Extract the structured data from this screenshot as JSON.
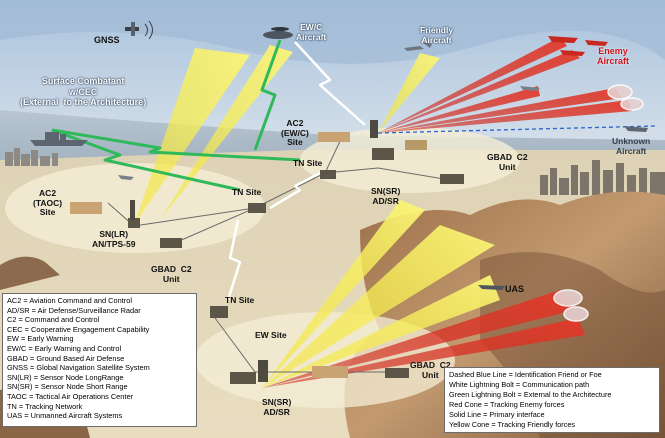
{
  "labels": {
    "gnss": "GNSS",
    "ewc_aircraft": "EW/C\nAircraft",
    "friendly_aircraft": "Friendly\nAircraft",
    "enemy_aircraft": "Enemy\nAircraft",
    "surface_combatant": "Surface Combatant\nw/CEC\n(External  to the Architecture)",
    "ac2_ewc_site": "AC2\n(EW/C)\nSite",
    "tn_site_center": "TN Site",
    "gbad_c2_right": "GBAD  C2\nUnit",
    "unknown_aircraft": "Unknown\nAircraft",
    "sn_sr_top": "SN(SR)\nAD/SR",
    "ac2_taoc_site": "AC2\n(TAOC)\nSite",
    "tn_site_left": "TN Site",
    "sn_lr": "SN(LR)\nAN/TPS-59",
    "gbad_c2_left": "GBAD  C2\nUnit",
    "tn_site_bottom": "TN Site",
    "uas": "UAS",
    "ew_site": "EW Site",
    "gbad_c2_bottom": "GBAD  C2\nUnit",
    "sn_sr_bottom": "SN(SR)\nAD/SR"
  },
  "acronym_legend": [
    "AC2 = Aviation Command and Control",
    "AD/SR = Air Defense/Surveillance Radar",
    "C2 = Command and Control",
    "CEC = Cooperative Engagement Capability",
    "EW = Early Warning",
    "EW/C = Early Warning and Control",
    "GBAD = Ground Based Air Defense",
    "GNSS = Global Navigation Satellite System",
    "SN(LR) = Sensor Node LongRange",
    "SN(SR) = Sensor Node Short Range",
    "TAOC = Tactical Air Operations Center",
    "TN = Tracking Network",
    "UAS = Unmanned Aircraft Systems"
  ],
  "symbol_legend": [
    "Dashed Blue Line = Identification Friend or Foe",
    "White Lightning Bolt = Communication path",
    "Green Lightning Bolt = External to the Architecture",
    "Red Cone = Tracking Enemy forces",
    "Solid Line = Primary interface",
    "Yellow Cone = Tracking Friendly forces"
  ],
  "colors": {
    "sky": "#bcd0e4",
    "sea": "#b5c3cf",
    "sand": "#e5d9bb",
    "red_cone": "#d8281c",
    "yellow_cone": "#f2ea3a",
    "green_bolt": "#2fb95a",
    "white_bolt": "#ffffff",
    "iff_line": "#2a63c9",
    "enemy_label": "#d0141b"
  }
}
